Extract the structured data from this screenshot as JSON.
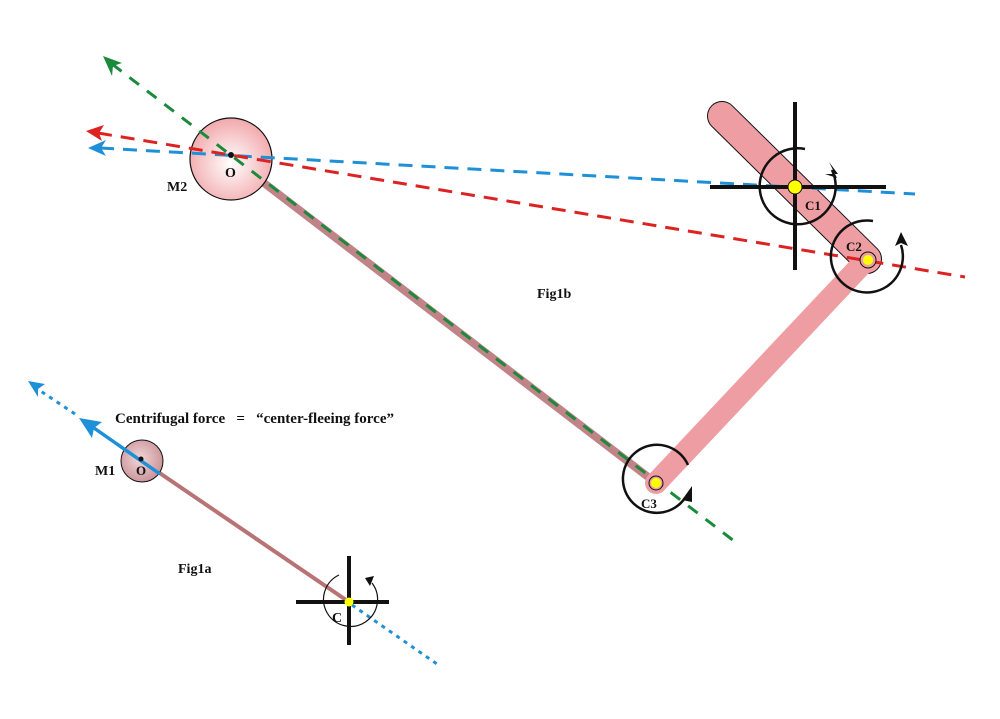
{
  "figure": {
    "fig1a": {
      "title": "Fig1a",
      "caption": "Centrifugal force   =   “center-fleeing force”",
      "mass_label": "M1",
      "mass_center_label": "O",
      "pivot_label": "C"
    },
    "fig1b": {
      "title": "Fig1b",
      "mass_label": "M2",
      "mass_center_label": "O",
      "pivot_labels": [
        "C1",
        "C2",
        "C3"
      ]
    }
  },
  "colors": {
    "arm_fig1a": "#b87474",
    "arm_fig1b_long": "#c08488",
    "link": "#ee9ea2",
    "mass_fill": "#f3b8ba",
    "mass1_fill": "#d6a4a8",
    "pivot": "#ffff00",
    "force_blue": "#1e90d8",
    "dash_red": "#dd2222",
    "dash_green": "#1b8a3c",
    "ink": "#111111"
  }
}
